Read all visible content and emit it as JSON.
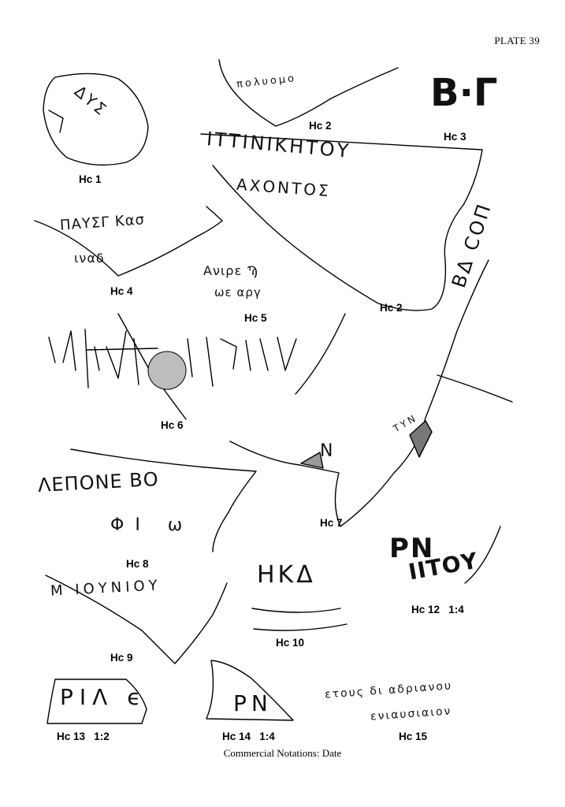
{
  "plate": {
    "title": "PLATE 39"
  },
  "caption": "Commercial Notations: Date",
  "colors": {
    "ink": "#000000",
    "paper": "#ffffff"
  },
  "labels": {
    "hc1": "Hc 1",
    "hc2a": "Hc 2",
    "hc3": "Hc 3",
    "hc2b": "Hc 2",
    "hc4": "Hc 4",
    "hc5": "Hc 5",
    "hc6": "Hc 6",
    "hc7": "Hc 7",
    "hc8": "Hc 8",
    "hc9": "Hc 9",
    "hc10": "Hc 10",
    "hc12": "Hc 12   1:4",
    "hc13": "Hc 13   1:2",
    "hc14": "Hc 14   1:4",
    "hc15": "Hc 15"
  },
  "inscriptions": {
    "hc1": "ΔΥΣ",
    "hc2a": "πολυομο",
    "hc3": "Β·Γ",
    "hc2b_line1": "ΙΤΤΙΝΙΚΗΤΟΥ",
    "hc2b_line2": "ΑΧΟΝΤΟΣ",
    "hc4_line1": "ΠΑΥΣΓ Κασ",
    "hc4_line2": "ιναδ",
    "hc5_line1": "Ανιρε Ϡ",
    "hc5_line2": "ωε αργ",
    "hc7_line1": "ΒΔ COΠ",
    "hc7_line2": "ΤΥΝ",
    "hc7_line3": "Ν",
    "hc8_line1": "ΛΕΠΟΝΕ ΒΟ",
    "hc8_line2": "ΦΙ ω",
    "hc9": "Μ ΙΟΥΝΙΟΥ",
    "hc10": "ΗΚΔ",
    "hc12_line1": "ΡΝ",
    "hc12_line2": "ΙΙΤΟΥ",
    "hc13": "ΡΙΛ ϵ",
    "hc14": "ΡΝ",
    "hc15_line1": "ετους δι αδριανου",
    "hc15_line2": "ενιαυσιαιον"
  }
}
